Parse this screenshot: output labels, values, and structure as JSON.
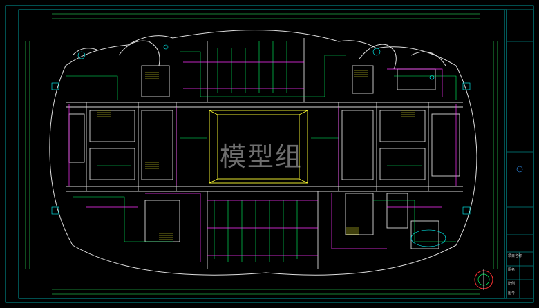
{
  "drawing": {
    "watermark": "模型组",
    "title_block": {
      "project_label": "项目名称",
      "drawing_label": "图名",
      "scale_label": "比例",
      "sheet_label": "图号"
    },
    "colors": {
      "background": "#000000",
      "frame": "#00c8c8",
      "walls": "#ffffff",
      "circuits": "#00ff66",
      "conduits": "#ff33ff",
      "fixtures": "#ffff33",
      "grid": "#00ffff"
    }
  }
}
